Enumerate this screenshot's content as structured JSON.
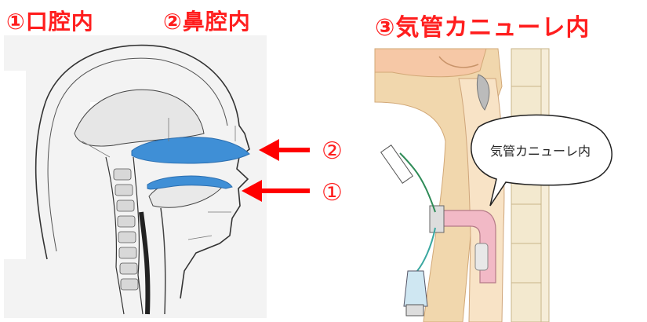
{
  "titles": {
    "oral": "①口腔内",
    "nasal": "②鼻腔内",
    "tracheostomy": "③気管カニューレ内"
  },
  "arrow_labels": {
    "nasal": "②",
    "oral": "①"
  },
  "bubble": {
    "text": "気管カニューレ内"
  },
  "colors": {
    "title_red": "#ff1e1e",
    "arrow_red": "#ff0000",
    "cavity_blue": "#3f8fd6",
    "skin": "#f1d7ad",
    "cannula_pink": "#f2b9c6"
  }
}
